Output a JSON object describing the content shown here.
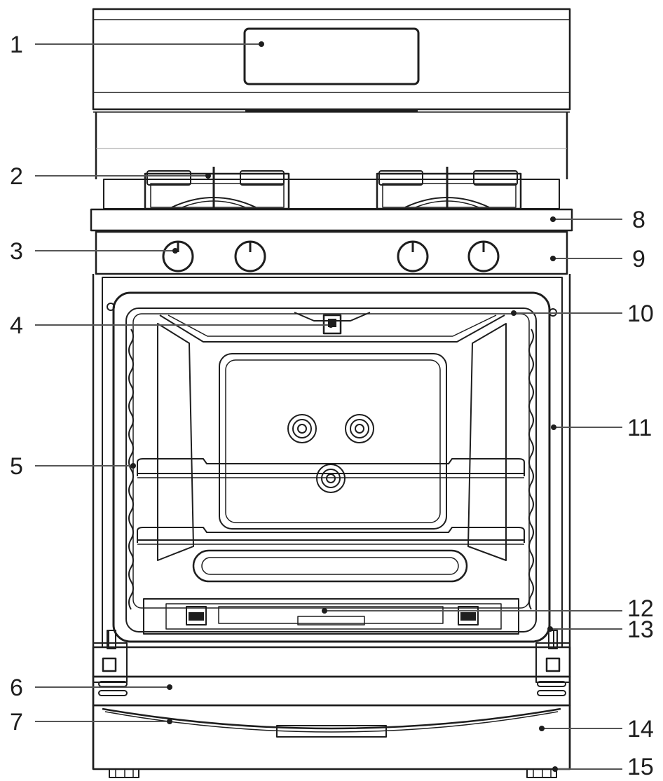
{
  "callouts": {
    "left": [
      {
        "number": "1"
      },
      {
        "number": "2"
      },
      {
        "number": "3"
      },
      {
        "number": "4"
      },
      {
        "number": "5"
      },
      {
        "number": "6"
      },
      {
        "number": "7"
      }
    ],
    "right": [
      {
        "number": "8"
      },
      {
        "number": "9"
      },
      {
        "number": "10"
      },
      {
        "number": "11"
      },
      {
        "number": "12"
      },
      {
        "number": "13"
      },
      {
        "number": "14"
      },
      {
        "number": "15"
      }
    ]
  },
  "colors": {
    "line": "#1e1e1e",
    "leader": "#555555",
    "background": "#ffffff"
  },
  "components": {
    "burner_count": 2,
    "knob_count": 4,
    "rack_count": 2,
    "leveling_foot_count": 2
  }
}
